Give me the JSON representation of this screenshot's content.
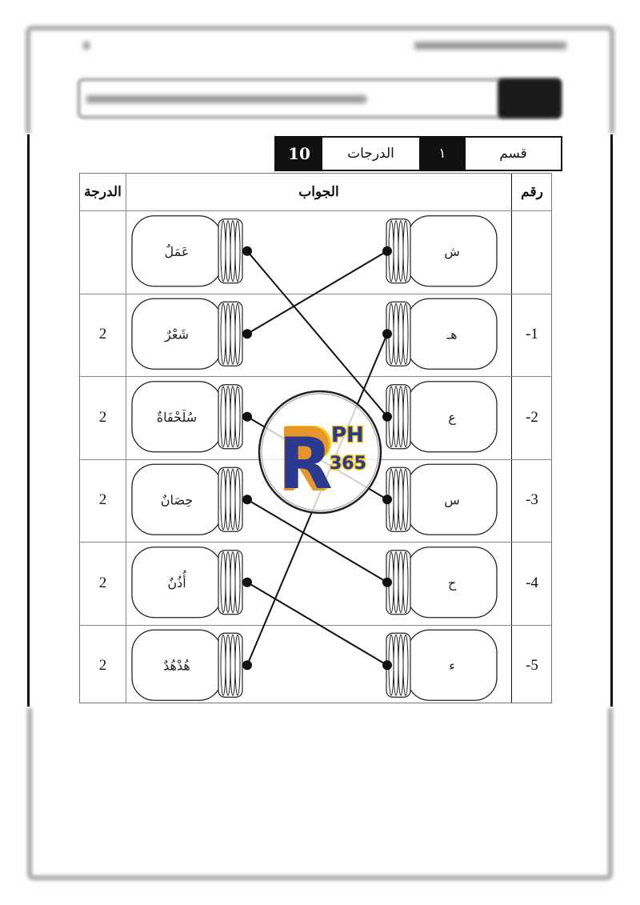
{
  "document": {
    "header_note": "blurred header text (illegible)",
    "section_bar": {
      "section_label": "قسم",
      "section_number": "١",
      "marks_label": "الدرجات",
      "marks_total": "10"
    },
    "table": {
      "headers": {
        "number": "رقم",
        "answer": "الجواب",
        "score": "الدرجة"
      },
      "rows": [
        {
          "number": "",
          "left_word": "عَمَلٌ",
          "right_letter": "ش",
          "score": ""
        },
        {
          "number": "-1",
          "left_word": "شَعْرٌ",
          "right_letter": "هـ",
          "score": "2"
        },
        {
          "number": "-2",
          "left_word": "سُلَحْفَاةٌ",
          "right_letter": "ع",
          "score": "2"
        },
        {
          "number": "-3",
          "left_word": "حِصَانٌ",
          "right_letter": "س",
          "score": "2"
        },
        {
          "number": "-4",
          "left_word": "أُذُنٌ",
          "right_letter": "ح",
          "score": "2"
        },
        {
          "number": "-5",
          "left_word": "هُدْهُدٌ",
          "right_letter": "ء",
          "score": "2"
        }
      ],
      "connections": [
        {
          "right_row": 0,
          "left_row": 1
        },
        {
          "right_row": 2,
          "left_row": 0
        },
        {
          "right_row": 1,
          "left_row": 5
        },
        {
          "right_row": 3,
          "left_row": 2
        },
        {
          "right_row": 4,
          "left_row": 3
        },
        {
          "right_row": 5,
          "left_row": 4
        }
      ]
    },
    "watermark": {
      "letter": "R",
      "line1": "PH",
      "line2": "365",
      "colors": {
        "blue": "#2b3a8f",
        "yellow": "#f2c81e",
        "orange": "#e8962a"
      }
    }
  }
}
